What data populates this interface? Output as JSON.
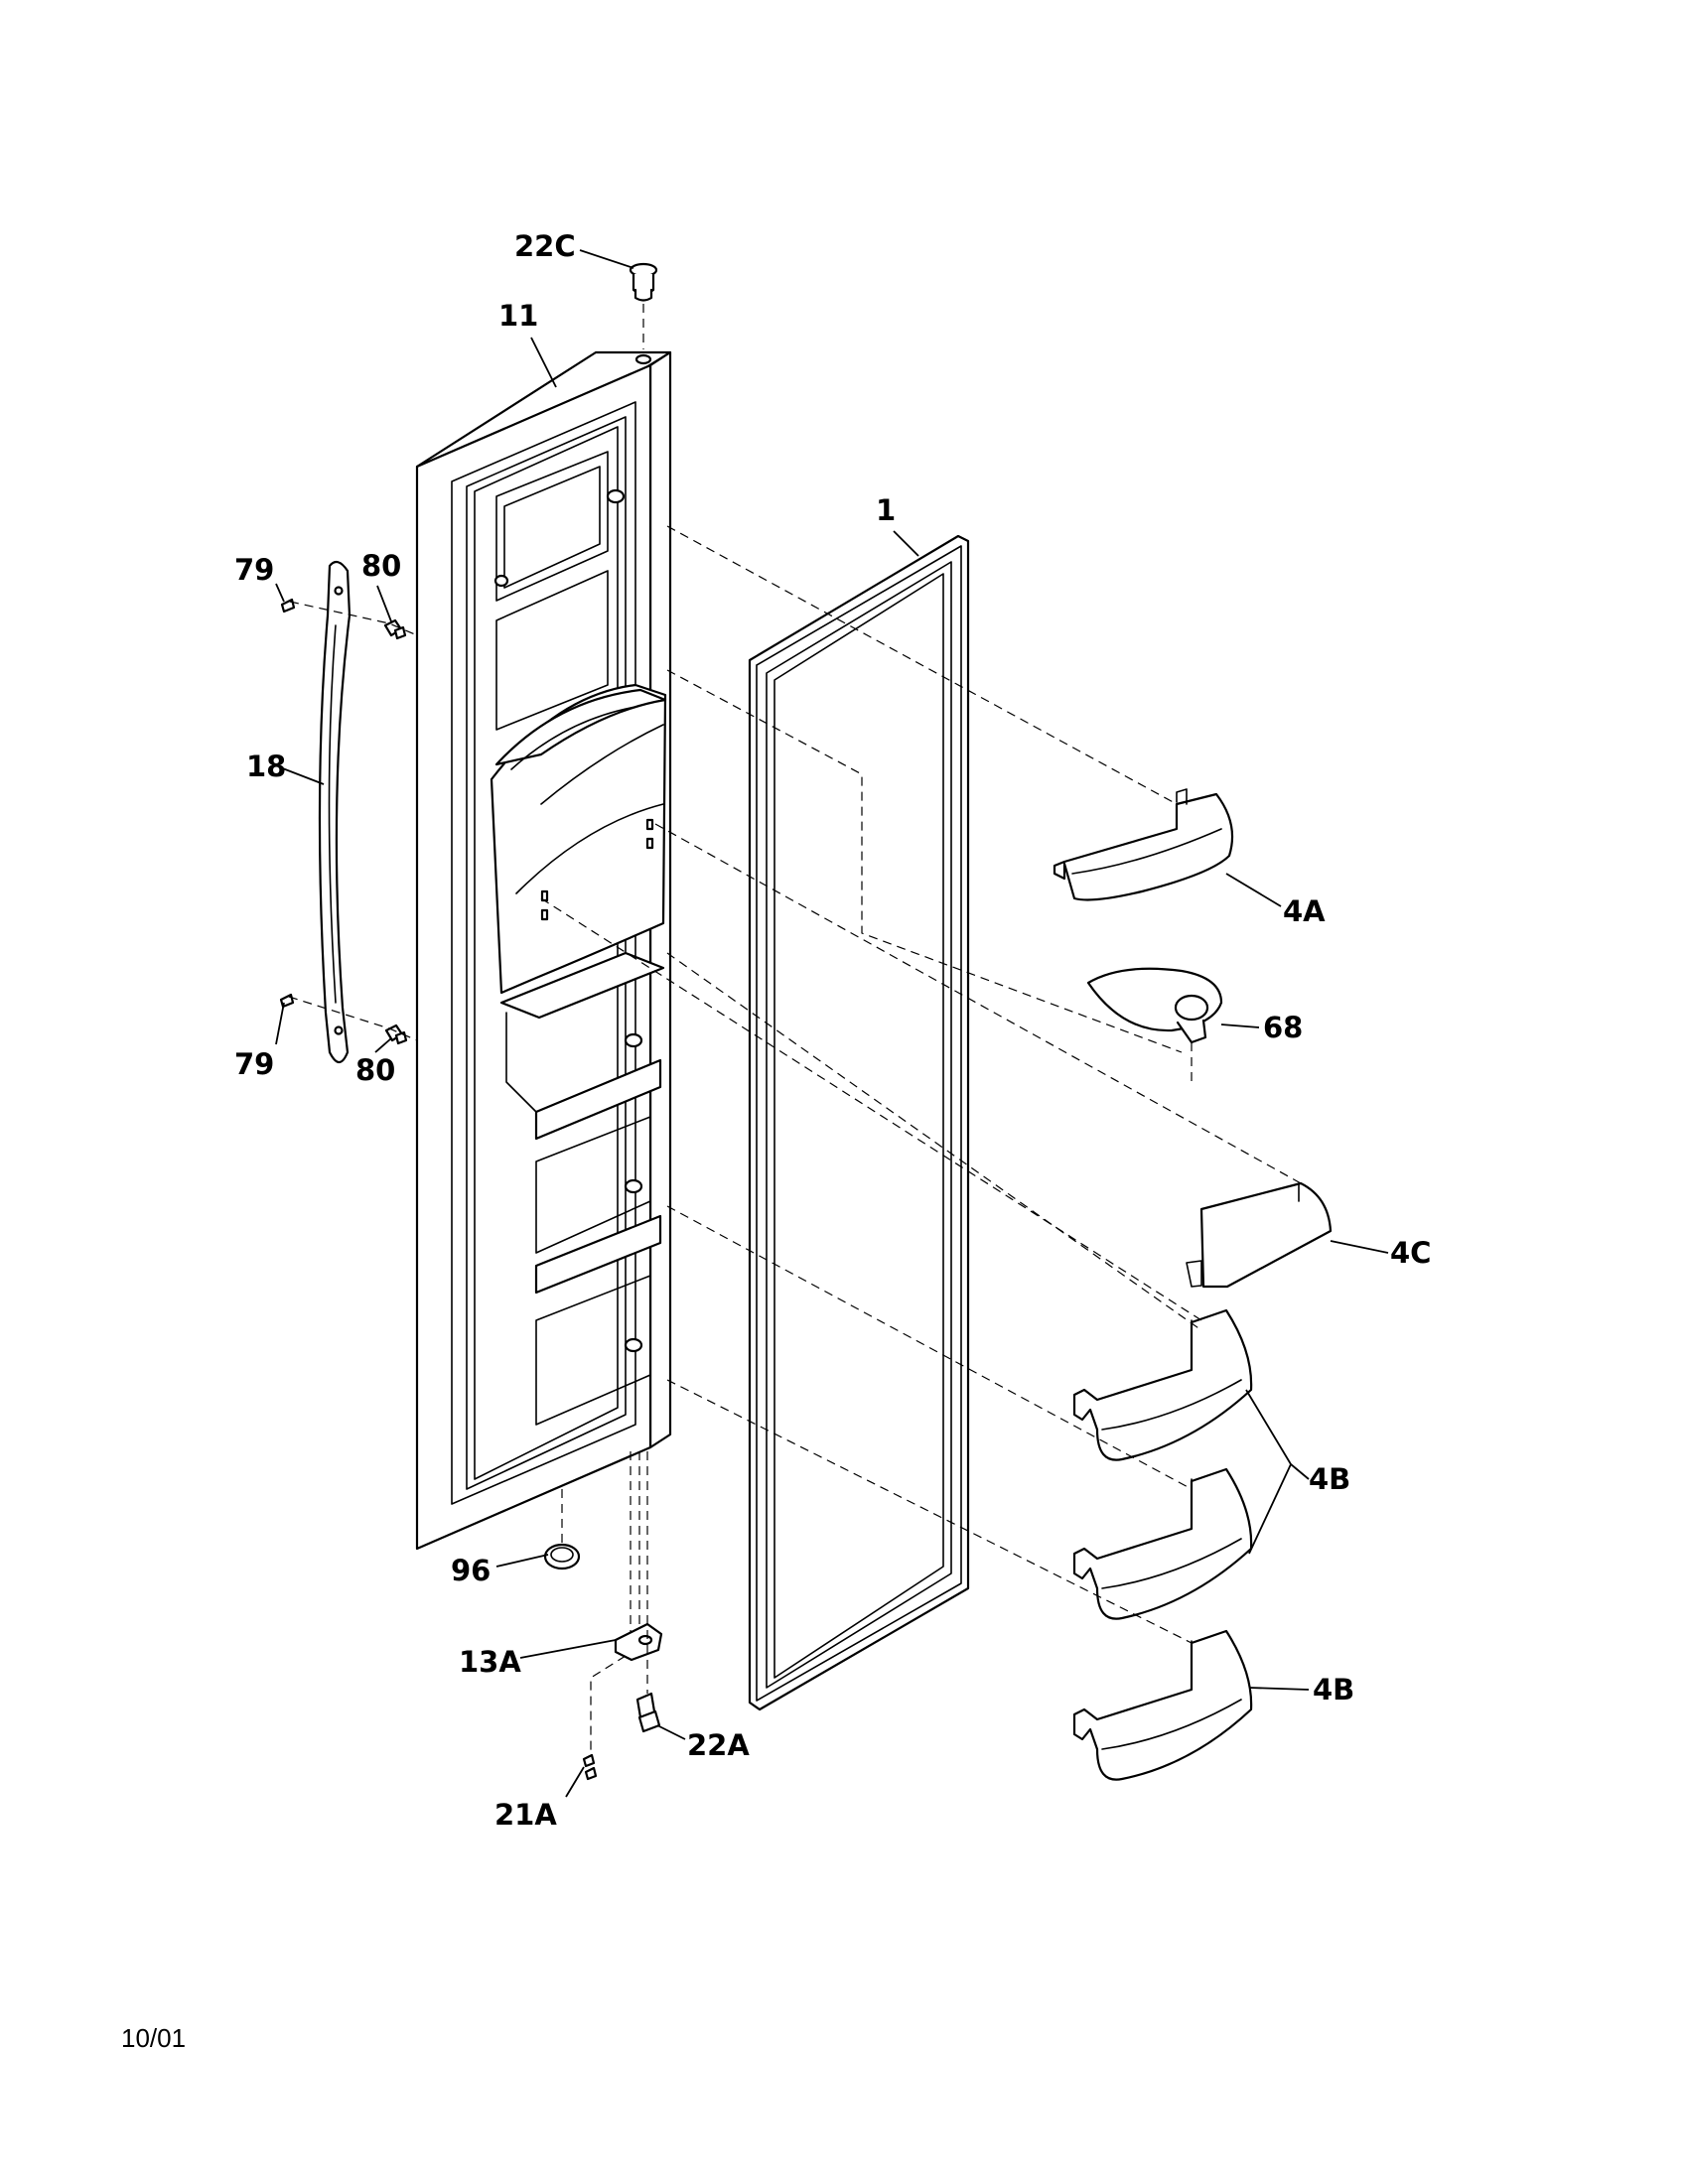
{
  "diagram": {
    "callouts": {
      "c22C": "22C",
      "c11": "11",
      "c1": "1",
      "c79a": "79",
      "c80a": "80",
      "c18": "18",
      "c79b": "79",
      "c80b": "80",
      "c4A": "4A",
      "c68": "68",
      "c4C": "4C",
      "c4B1": "4B",
      "c4B2": "4B",
      "c96": "96",
      "c13A": "13A",
      "c22A": "22A",
      "c21A": "21A"
    },
    "footer_date": "10/01"
  }
}
